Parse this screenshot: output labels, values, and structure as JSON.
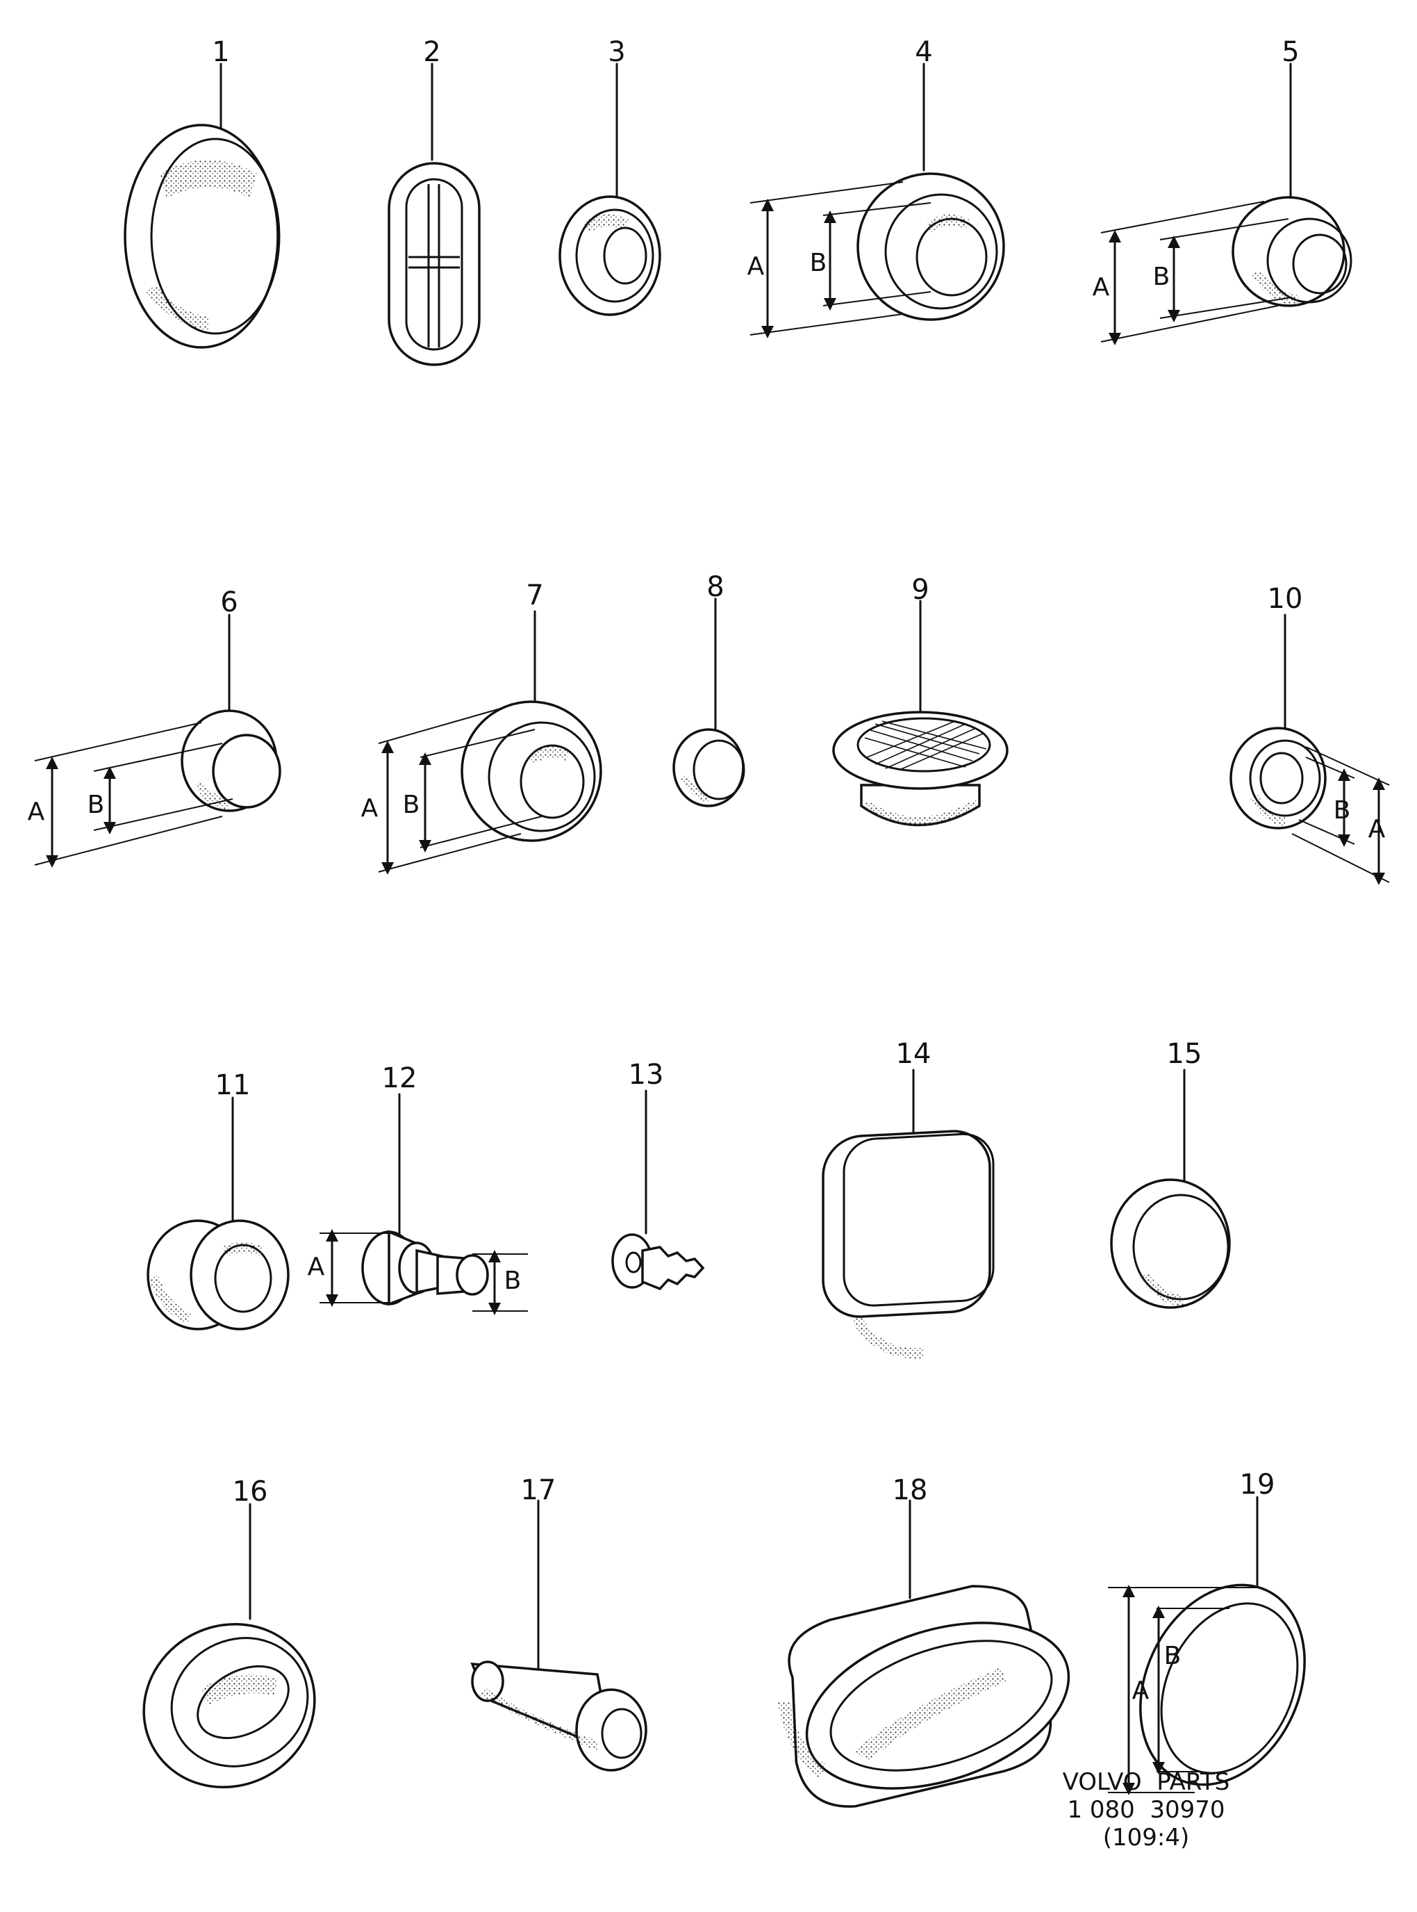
{
  "callouts": [
    "1",
    "2",
    "3",
    "4",
    "5",
    "6",
    "7",
    "8",
    "9",
    "10",
    "11",
    "12",
    "13",
    "14",
    "15",
    "16",
    "17",
    "18",
    "19"
  ],
  "dimension_labels": {
    "a": "A",
    "b": "B"
  },
  "caption": {
    "line1": "VOLVO  PARTS",
    "line2": "1 080  30970",
    "line3": "(109:4)"
  }
}
